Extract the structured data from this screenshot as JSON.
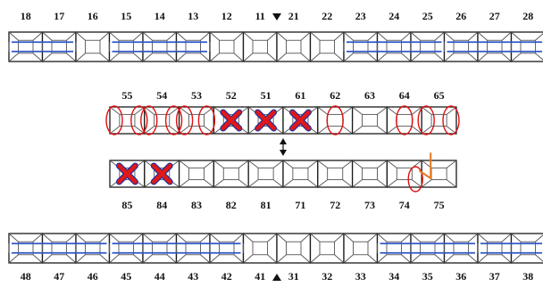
{
  "colors": {
    "outline": "#1a1a1a",
    "line": "#555555",
    "bridge": "#2e56c8",
    "missing": "#e01818",
    "missing_outline": "#1e2fa0",
    "circle": "#dd1111",
    "arrow": "#e57a22"
  },
  "upper_permanent": {
    "labels": [
      "18",
      "17",
      "16",
      "15",
      "14",
      "13",
      "12",
      "11",
      "21",
      "22",
      "23",
      "24",
      "25",
      "26",
      "27",
      "28"
    ],
    "bridges": [
      {
        "from": "18",
        "to": "17"
      },
      {
        "from": "15",
        "to": "13"
      },
      {
        "from": "23",
        "to": "25"
      },
      {
        "from": "26",
        "to": "28"
      }
    ]
  },
  "upper_primary": {
    "labels": [
      "55",
      "54",
      "53",
      "52",
      "51",
      "61",
      "62",
      "63",
      "64",
      "65"
    ],
    "missing": [
      "52",
      "51",
      "61"
    ],
    "circled": [
      "55",
      "54",
      "53",
      "62",
      "64",
      "65"
    ]
  },
  "lower_primary": {
    "labels": [
      "85",
      "84",
      "83",
      "82",
      "81",
      "71",
      "72",
      "73",
      "74",
      "75"
    ],
    "missing": [
      "85",
      "84"
    ],
    "circled": [
      "74"
    ],
    "arrow_to": "75"
  },
  "lower_permanent": {
    "labels": [
      "48",
      "47",
      "46",
      "45",
      "44",
      "43",
      "42",
      "41",
      "31",
      "32",
      "33",
      "34",
      "35",
      "36",
      "37",
      "38"
    ],
    "bridges": [
      {
        "from": "48",
        "to": "46"
      },
      {
        "from": "45",
        "to": "42"
      },
      {
        "from": "34",
        "to": "36"
      },
      {
        "from": "37",
        "to": "38"
      }
    ]
  },
  "icons": [
    "midline-down-triangle-icon",
    "midline-up-triangle-icon",
    "double-arrow-icon",
    "cross-mark-icon",
    "circle-mark-icon",
    "down-arrow-icon"
  ]
}
